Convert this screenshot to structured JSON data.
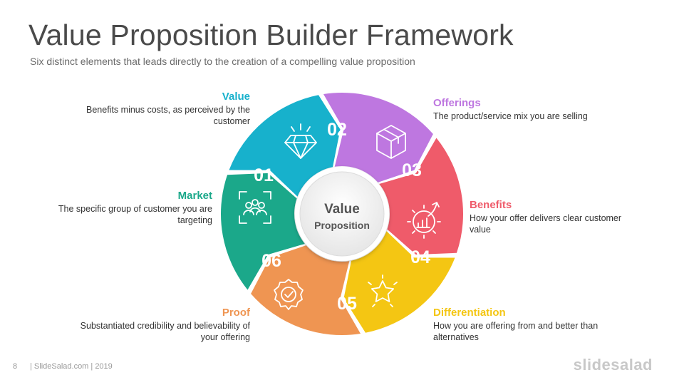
{
  "slide": {
    "title": "Value Proposition Builder Framework",
    "subtitle": "Six distinct elements that leads directly to the creation of a compelling value proposition"
  },
  "center": {
    "title": "Value",
    "subtitle": "Proposition"
  },
  "segments": [
    {
      "number": "01",
      "head": "Market",
      "desc": "The specific group of customer you are targeting",
      "color": "#1ba88a",
      "icon": "target-group-icon"
    },
    {
      "number": "02",
      "head": "Value",
      "desc": "Benefits minus costs, as perceived by the customer",
      "color": "#17b1cc",
      "icon": "diamond-icon"
    },
    {
      "number": "03",
      "head": "Offerings",
      "desc": "The product/service mix you are selling",
      "color": "#be77e0",
      "icon": "box-icon"
    },
    {
      "number": "04",
      "head": "Benefits",
      "desc": "How your offer delivers clear customer value",
      "color": "#ef5b6a",
      "icon": "growth-gear-icon"
    },
    {
      "number": "05",
      "head": "Differentiation",
      "desc": "How you are offering from and better than alternatives",
      "color": "#f4c613",
      "icon": "star-icon"
    },
    {
      "number": "06",
      "head": "Proof",
      "desc": "Substantiated credibility and believability of your offering",
      "color": "#ef9552",
      "icon": "badge-check-icon"
    }
  ],
  "footer": {
    "page": "8",
    "text": "| SlideSalad.com | 2019",
    "brand": "slidesalad"
  }
}
